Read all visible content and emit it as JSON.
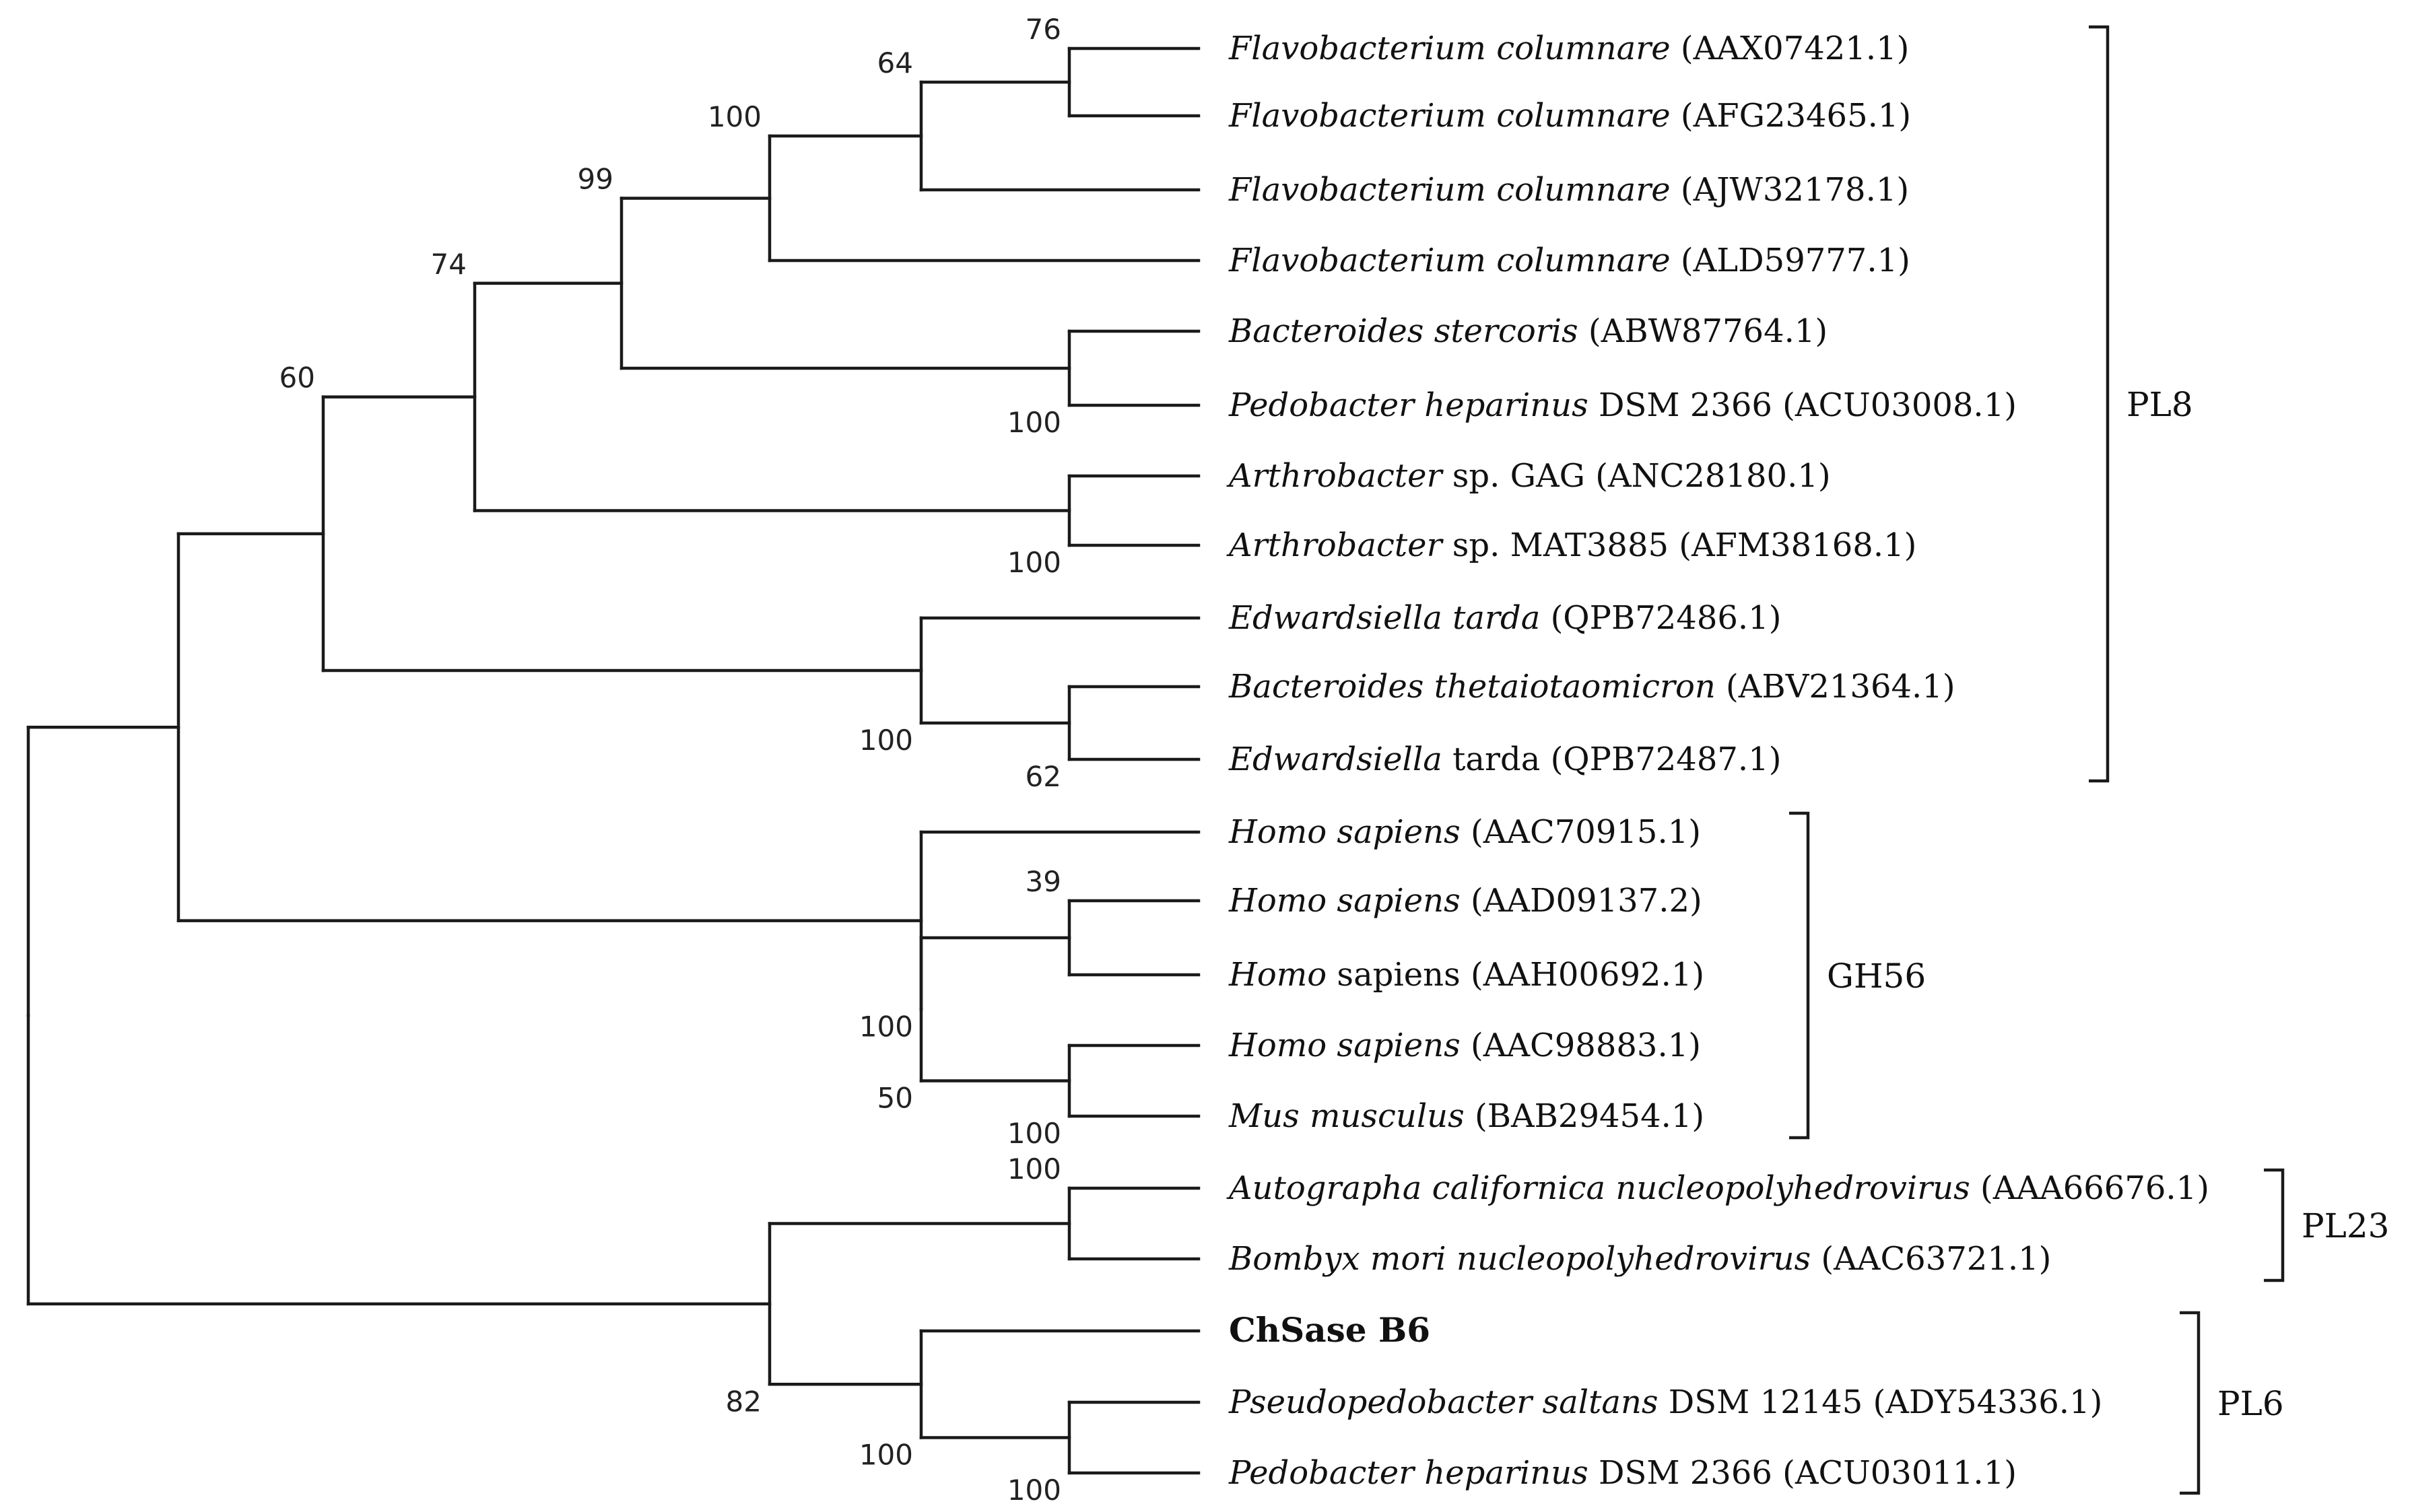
{
  "leaves": [
    {
      "species": "Flavobacterium columnare",
      "rest": " (AAX07421.1)"
    },
    {
      "species": "Flavobacterium columnare",
      "rest": " (AFG23465.1)"
    },
    {
      "species": "Flavobacterium columnare",
      "rest": " (AJW32178.1)"
    },
    {
      "species": "Flavobacterium columnare",
      "rest": " (ALD59777.1)"
    },
    {
      "species": "Bacteroides stercoris",
      "rest": " (ABW87764.1)"
    },
    {
      "species": "Pedobacter heparinus",
      "rest": " DSM 2366 (ACU03008.1)"
    },
    {
      "species": "Arthrobacter",
      "rest": " sp. GAG (ANC28180.1)"
    },
    {
      "species": "Arthrobacter",
      "rest": " sp. MAT3885 (AFM38168.1)"
    },
    {
      "species": "Edwardsiella tarda",
      "rest": " (QPB72486.1)"
    },
    {
      "species": "Bacteroides thetaiotaomicron",
      "rest": " (ABV21364.1)"
    },
    {
      "species": "Edwardsiella",
      "rest": " tarda (QPB72487.1)"
    },
    {
      "species": "Homo sapiens",
      "rest": " (AAC70915.1)"
    },
    {
      "species": "Homo sapiens",
      "rest": " (AAD09137.2)"
    },
    {
      "species": "Homo",
      "rest": " sapiens (AAH00692.1)"
    },
    {
      "species": "Homo sapiens",
      "rest": " (AAC98883.1)"
    },
    {
      "species": "Mus musculus",
      "rest": " (BAB29454.1)"
    },
    {
      "species": "Autographa californica nucleopolyhedrovirus",
      "rest": " (AAA66676.1)"
    },
    {
      "species": "Bombyx mori nucleopolyhedrovirus",
      "rest": " (AAC63721.1)"
    },
    {
      "species": "",
      "rest": "ChSase B6",
      "bold": true
    },
    {
      "species": "Pseudopedobacter saltans",
      "rest": " DSM 12145 (ADY54336.1)"
    },
    {
      "species": "Pedobacter heparinus",
      "rest": " DSM 2366 (ACU03011.1)"
    }
  ],
  "bootstrap": [
    "76",
    "64",
    "100",
    "99",
    "100",
    "74",
    "100",
    "60",
    "100",
    "62",
    "39",
    "100",
    "50",
    "100",
    "100",
    "100",
    "100",
    "82"
  ],
  "families": [
    "PL8",
    "GH56",
    "PL23",
    "PL6"
  ]
}
